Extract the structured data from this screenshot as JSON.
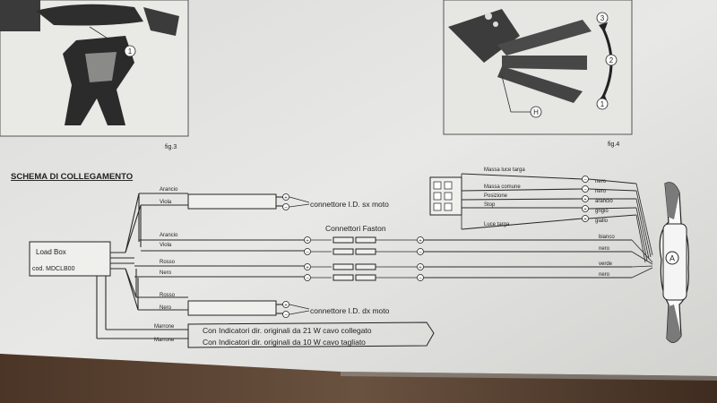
{
  "figures": {
    "fig3_caption": "fig.3",
    "fig4_caption": "fig.4",
    "fig3_callout": "1",
    "fig4_callouts": [
      "3",
      "2",
      "1"
    ],
    "fig4_h": "H"
  },
  "schema": {
    "title": "SCHEMA DI COLLEGAMENTO",
    "load_box": "Load Box",
    "load_box_code": "cod. MDCLB00",
    "left_connector": {
      "wires": [
        "Arancio",
        "Viola"
      ],
      "label": "connettore I.D. sx moto"
    },
    "faston": {
      "title": "Connettori Faston",
      "wire_labels": [
        "Arancio",
        "Viola",
        "Rosso",
        "Nero"
      ]
    },
    "right_connector": {
      "wires": [
        "Rosso",
        "Nero"
      ],
      "label": "connettore I.D. dx moto"
    },
    "marrone": [
      "Marrone",
      "Marrone"
    ],
    "notes": [
      "Con Indicatori dir. originali da 21 W  cavo collegato",
      "Con Indicatori dir. originali da 10 W cavo tagliato"
    ],
    "plug_wires": [
      "Massa luce targa",
      "Massa comune",
      "Posizione",
      "Stop",
      "Luce targa"
    ],
    "plug_colors": [
      "nero",
      "nero",
      "arancio",
      "grigio",
      "giallo"
    ],
    "output_colors": [
      "bianco",
      "nero",
      "verde",
      "nero"
    ],
    "symbols": {
      "plus": "+",
      "minus": "−",
      "a": "A"
    }
  }
}
